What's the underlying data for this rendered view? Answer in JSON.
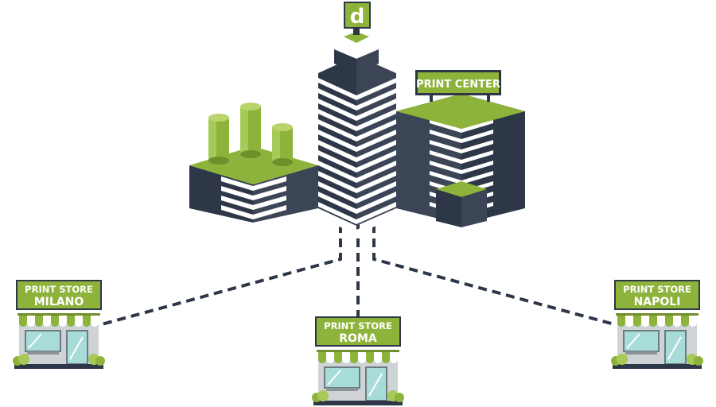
{
  "headquarters": {
    "logo_letter": "d",
    "sign": "PRINT CENTER"
  },
  "stores": [
    {
      "line1": "PRINT STORE",
      "line2": "MILANO"
    },
    {
      "line1": "PRINT STORE",
      "line2": "ROMA"
    },
    {
      "line1": "PRINT STORE",
      "line2": "NAPOLI"
    }
  ],
  "colors": {
    "green": "#8db33a",
    "green_dark": "#6f8f2a",
    "navy": "#2d3748",
    "white": "#ffffff",
    "store_gray": "#cfd3d6",
    "glass": "#a8dcd8"
  }
}
